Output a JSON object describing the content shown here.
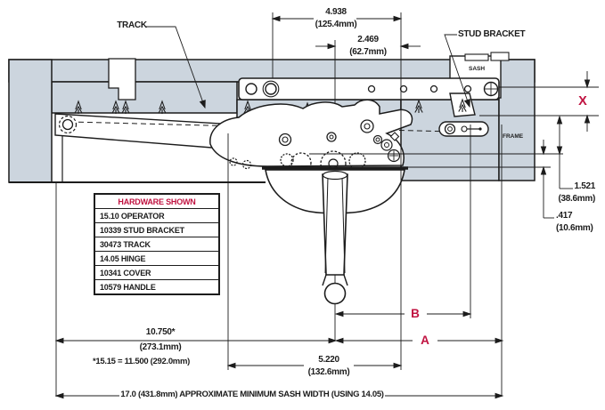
{
  "colors": {
    "accent": "#c01240",
    "frame_fill": "#ccd5de",
    "line": "#1c1c1c"
  },
  "callouts": {
    "track": "TRACK",
    "stud_bracket": "STUD BRACKET",
    "sash": "SASH",
    "frame": "FRAME"
  },
  "dim_letters": {
    "x": "X",
    "a": "A",
    "b": "B"
  },
  "dimensions": {
    "track_span": {
      "in": "4.938",
      "mm": "(125.4mm)"
    },
    "track_half": {
      "in": "2.469",
      "mm": "(62.7mm)"
    },
    "right_upper": {
      "in": "1.521",
      "mm": "(38.6mm)"
    },
    "right_lower": {
      "in": ".417",
      "mm": "(10.6mm)"
    },
    "hinge_span": {
      "in": "10.750*",
      "mm": "(273.1mm)"
    },
    "footnote": "*15.15 = 11.500 (292.0mm)",
    "cover_span": {
      "in": "5.220",
      "mm": "(132.6mm)"
    },
    "overall": "17.0 (431.8mm) APPROXIMATE MINIMUM SASH WIDTH (USING 14.05)"
  },
  "hardware_table": {
    "header": "HARDWARE SHOWN",
    "rows": [
      "15.10 OPERATOR",
      "10339 STUD BRACKET",
      "30473 TRACK",
      "14.05 HINGE",
      "10341 COVER",
      "10579 HANDLE"
    ]
  }
}
